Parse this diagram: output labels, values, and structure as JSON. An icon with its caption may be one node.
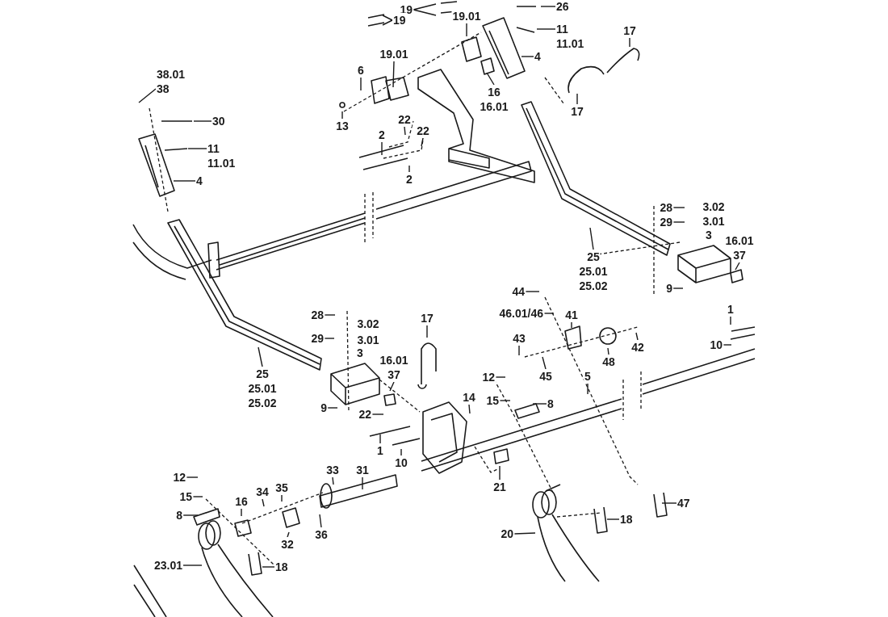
{
  "diagram": {
    "nodes": [
      {
        "text": [
          "19"
        ]
      },
      {
        "text": [
          "26"
        ]
      },
      {
        "text": [
          "19"
        ]
      },
      {
        "text": [
          "19.01"
        ]
      },
      {
        "text": [
          "11",
          "11.01"
        ]
      },
      {
        "text": [
          "17"
        ]
      },
      {
        "text": [
          "19.01"
        ]
      },
      {
        "text": [
          "4"
        ]
      },
      {
        "text": [
          "6"
        ]
      },
      {
        "text": [
          "38.01",
          "38"
        ]
      },
      {
        "text": [
          "16",
          "16.01"
        ]
      },
      {
        "text": [
          "17"
        ]
      },
      {
        "text": [
          "30"
        ]
      },
      {
        "text": [
          "22"
        ]
      },
      {
        "text": [
          "13"
        ]
      },
      {
        "text": [
          "22"
        ]
      },
      {
        "text": [
          "2"
        ]
      },
      {
        "text": [
          "11",
          "11.01"
        ]
      },
      {
        "text": [
          "2"
        ]
      },
      {
        "text": [
          "4"
        ]
      },
      {
        "text": [
          "28"
        ]
      },
      {
        "text": [
          "29"
        ]
      },
      {
        "text": [
          "16.01",
          "37"
        ]
      },
      {
        "text": [
          "25",
          "25.01",
          "25.02"
        ]
      },
      {
        "text": [
          "9"
        ]
      },
      {
        "text": [
          "44"
        ]
      },
      {
        "text": [
          "46.01/46"
        ]
      },
      {
        "text": [
          "1"
        ]
      },
      {
        "text": [
          "41"
        ]
      },
      {
        "text": [
          "28"
        ]
      },
      {
        "text": [
          "29"
        ]
      },
      {
        "text": [
          "17"
        ]
      },
      {
        "text": [
          "43"
        ]
      },
      {
        "text": [
          "42"
        ]
      },
      {
        "text": [
          "10"
        ]
      },
      {
        "text": [
          "16.01",
          "37"
        ]
      },
      {
        "text": [
          "48"
        ]
      },
      {
        "text": [
          "25",
          "25.01",
          "25.02"
        ]
      },
      {
        "text": [
          "45"
        ]
      },
      {
        "text": [
          "5"
        ]
      },
      {
        "text": [
          "12"
        ]
      },
      {
        "text": [
          "14"
        ]
      },
      {
        "text": [
          "15"
        ]
      },
      {
        "text": [
          "8"
        ]
      },
      {
        "text": [
          "9"
        ]
      },
      {
        "text": [
          "22"
        ]
      },
      {
        "text": [
          "1"
        ]
      },
      {
        "text": [
          "10"
        ]
      },
      {
        "text": [
          "33"
        ]
      },
      {
        "text": [
          "31"
        ]
      },
      {
        "text": [
          "12"
        ]
      },
      {
        "text": [
          "21"
        ]
      },
      {
        "text": [
          "35"
        ]
      },
      {
        "text": [
          "34"
        ]
      },
      {
        "text": [
          "15"
        ]
      },
      {
        "text": [
          "16"
        ]
      },
      {
        "text": [
          "47"
        ]
      },
      {
        "text": [
          "8"
        ]
      },
      {
        "text": [
          "18"
        ]
      },
      {
        "text": [
          "36"
        ]
      },
      {
        "text": [
          "20"
        ]
      },
      {
        "text": [
          "32"
        ]
      },
      {
        "text": [
          "23.01"
        ]
      },
      {
        "text": [
          "18"
        ]
      }
    ],
    "edges": [
      {
        "from": 0,
        "to": null,
        "arrow": "none"
      },
      {
        "from": 0,
        "to": null,
        "arrow": "none"
      },
      {
        "from": 1,
        "to": null,
        "arrow": "none"
      },
      {
        "from": 2,
        "to": null,
        "arrow": "none"
      },
      {
        "from": 2,
        "to": null,
        "arrow": "none"
      },
      {
        "from": 3,
        "to": null,
        "arrow": "none"
      },
      {
        "from": 4,
        "to": null,
        "arrow": "none"
      },
      {
        "from": 5,
        "to": null,
        "arrow": "none"
      },
      {
        "from": 6,
        "to": null,
        "arrow": "none"
      },
      {
        "from": 7,
        "to": null,
        "arrow": "none"
      },
      {
        "from": 8,
        "to": null,
        "arrow": "none"
      },
      {
        "from": 9,
        "to": null,
        "arrow": "none"
      },
      {
        "from": 10,
        "to": null,
        "arrow": "none"
      },
      {
        "from": 11,
        "to": null,
        "arrow": "none"
      },
      {
        "from": 12,
        "to": null,
        "arrow": "none"
      },
      {
        "from": 13,
        "to": null,
        "arrow": "none"
      },
      {
        "from": 14,
        "to": null,
        "arrow": "none"
      },
      {
        "from": 15,
        "to": null,
        "arrow": "none"
      },
      {
        "from": 16,
        "to": null,
        "arrow": "none"
      },
      {
        "from": 17,
        "to": null,
        "arrow": "none"
      },
      {
        "from": 18,
        "to": null,
        "arrow": "none"
      },
      {
        "from": 19,
        "to": null,
        "arrow": "none"
      },
      {
        "from": 20,
        "to": null,
        "arrow": "none"
      },
      {
        "from": 21,
        "to": null,
        "arrow": "none"
      },
      {
        "from": 22,
        "to": null,
        "arrow": "none"
      },
      {
        "from": 23,
        "to": null,
        "arrow": "none"
      },
      {
        "from": 24,
        "to": null,
        "arrow": "none"
      },
      {
        "from": 25,
        "to": null,
        "arrow": "none"
      },
      {
        "from": 26,
        "to": null,
        "arrow": "none"
      },
      {
        "from": 27,
        "to": null,
        "arrow": "none"
      },
      {
        "from": 28,
        "to": null,
        "arrow": "none"
      },
      {
        "from": 29,
        "to": null,
        "arrow": "none"
      },
      {
        "from": 30,
        "to": null,
        "arrow": "none"
      },
      {
        "from": 31,
        "to": null,
        "arrow": "none"
      },
      {
        "from": 32,
        "to": null,
        "arrow": "none"
      },
      {
        "from": 33,
        "to": null,
        "arrow": "none"
      },
      {
        "from": 34,
        "to": null,
        "arrow": "none"
      },
      {
        "from": 35,
        "to": null,
        "arrow": "none"
      },
      {
        "from": 36,
        "to": null,
        "arrow": "none"
      },
      {
        "from": 37,
        "to": null,
        "arrow": "none"
      },
      {
        "from": 38,
        "to": null,
        "arrow": "none"
      },
      {
        "from": 39,
        "to": null,
        "arrow": "none"
      },
      {
        "from": 40,
        "to": null,
        "arrow": "none"
      },
      {
        "from": 41,
        "to": null,
        "arrow": "none"
      },
      {
        "from": 42,
        "to": null,
        "arrow": "none"
      },
      {
        "from": 43,
        "to": null,
        "arrow": "none"
      },
      {
        "from": 44,
        "to": null,
        "arrow": "none"
      },
      {
        "from": 45,
        "to": null,
        "arrow": "none"
      },
      {
        "from": 46,
        "to": null,
        "arrow": "none"
      },
      {
        "from": 47,
        "to": null,
        "arrow": "none"
      },
      {
        "from": 48,
        "to": null,
        "arrow": "none"
      },
      {
        "from": 49,
        "to": null,
        "arrow": "none"
      },
      {
        "from": 50,
        "to": null,
        "arrow": "none"
      },
      {
        "from": 51,
        "to": null,
        "arrow": "none"
      },
      {
        "from": 52,
        "to": null,
        "arrow": "none"
      },
      {
        "from": 53,
        "to": null,
        "arrow": "none"
      },
      {
        "from": 54,
        "to": null,
        "arrow": "none"
      },
      {
        "from": 55,
        "to": null,
        "arrow": "none"
      },
      {
        "from": 56,
        "to": null,
        "arrow": "none"
      },
      {
        "from": 57,
        "to": null,
        "arrow": "none"
      },
      {
        "from": 58,
        "to": null,
        "arrow": "none"
      },
      {
        "from": 59,
        "to": null,
        "arrow": "none"
      },
      {
        "from": 60,
        "to": null,
        "arrow": "none"
      },
      {
        "from": 61,
        "to": null,
        "arrow": "none"
      },
      {
        "from": 62,
        "to": null,
        "arrow": "none"
      },
      {
        "from": 63,
        "to": null,
        "arrow": "none"
      }
    ],
    "labels": [
      "3.02",
      "3.01",
      "3",
      "3.02",
      "3.01",
      "3"
    ]
  }
}
